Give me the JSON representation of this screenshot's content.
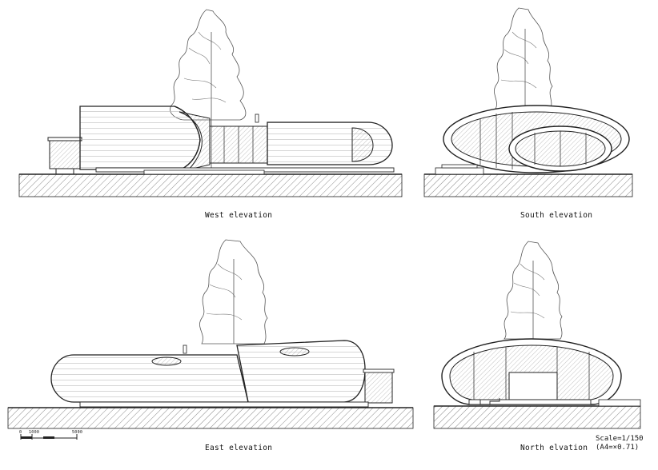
{
  "drawings": [
    {
      "id": "west",
      "caption": "West elevation"
    },
    {
      "id": "south",
      "caption": "South elevation"
    },
    {
      "id": "east",
      "caption": "East elevation"
    },
    {
      "id": "north",
      "caption": "North elvation"
    }
  ],
  "scale": {
    "line1": "Scale=1/150",
    "line2": "(A4=×0.71)"
  },
  "scale_bar": {
    "tick_start": "0",
    "tick_mid": "1000",
    "tick_end": "5000"
  },
  "colors": {
    "ink": "#222222",
    "hatch": "#8a8a8a",
    "glass": "#cfcfcf",
    "paper": "#ffffff"
  }
}
